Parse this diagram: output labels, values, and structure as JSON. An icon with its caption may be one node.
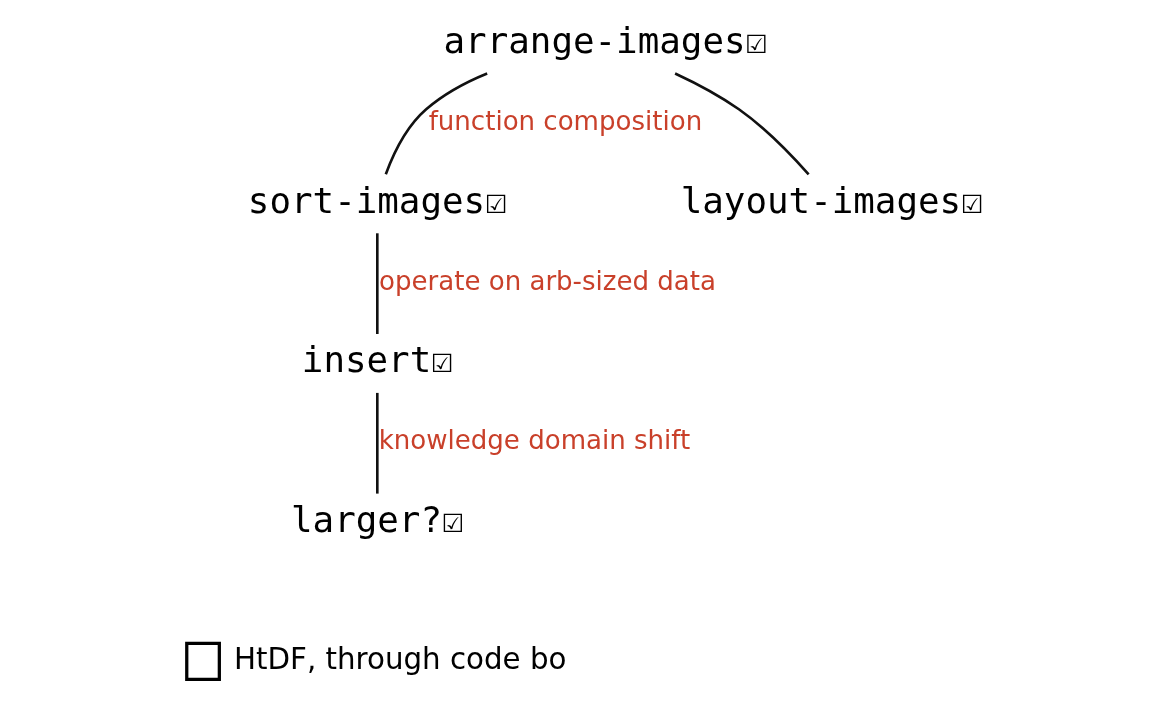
{
  "diagram": {
    "nodes": [
      {
        "text": [
          "arrange-images☑"
        ]
      },
      {
        "text": [
          "sort-images☑"
        ]
      },
      {
        "text": [
          "layout-images☑"
        ]
      },
      {
        "text": [
          "insert☑"
        ]
      },
      {
        "text": [
          "larger?☑"
        ]
      }
    ],
    "edges": [
      {
        "from": 0,
        "to": 1,
        "arrow": "none",
        "label": "function composition"
      },
      {
        "from": 0,
        "to": 2,
        "arrow": "none"
      },
      {
        "from": 1,
        "to": 3,
        "arrow": "none",
        "label": "operate on arb-sized data"
      },
      {
        "from": 3,
        "to": 4,
        "arrow": "none",
        "label": "knowledge domain shift"
      }
    ],
    "labels": [
      "HtDF, through code bo"
    ]
  }
}
